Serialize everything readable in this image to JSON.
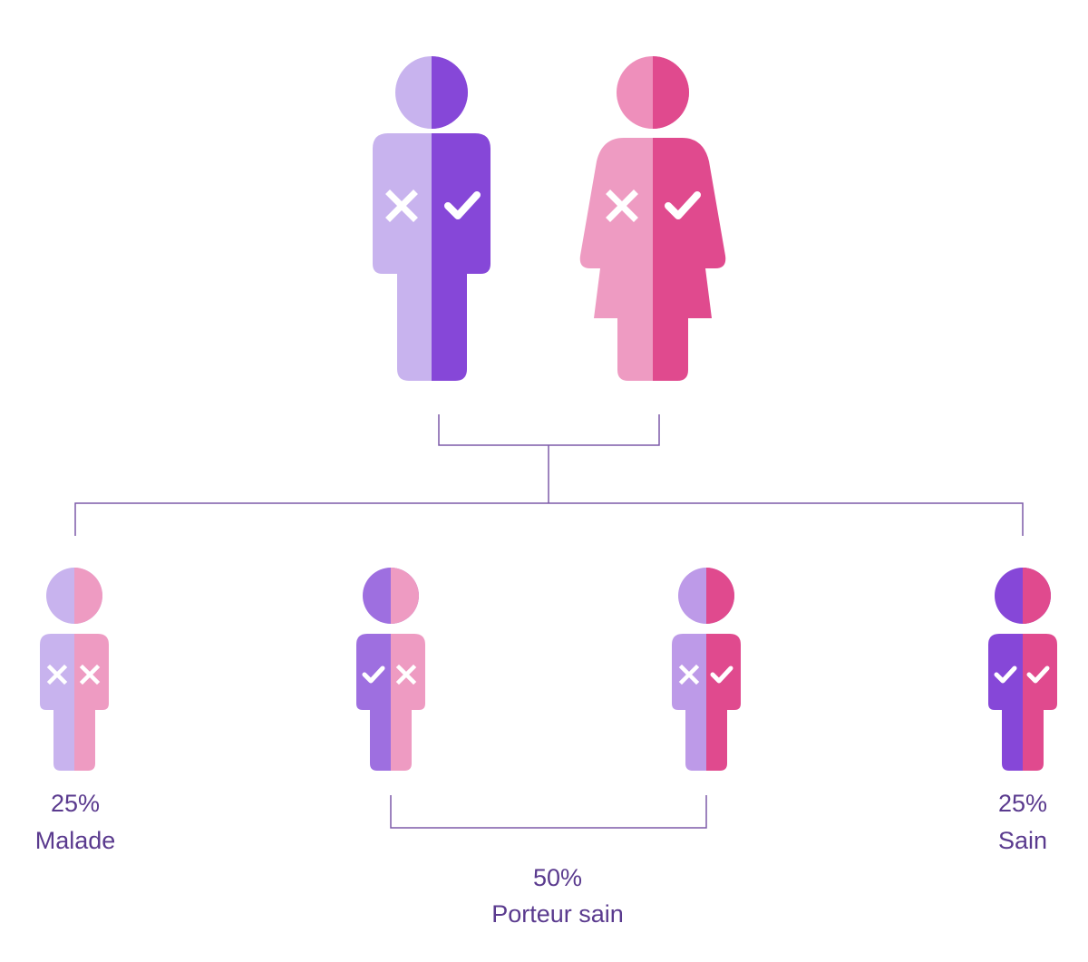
{
  "colors": {
    "affected_light_purple": "#c8b3ee",
    "healthy_purple": "#8647d8",
    "affected_light_pink": "#ee9bc2",
    "healthy_pink": "#e04a8e",
    "lines": "#7d5aa8",
    "text": "#5a3a8e"
  },
  "parents": [
    {
      "role": "father",
      "left_allele": "cross",
      "right_allele": "check"
    },
    {
      "role": "mother",
      "left_allele": "cross",
      "right_allele": "check"
    }
  ],
  "children": [
    {
      "left_allele": "cross",
      "right_allele": "cross",
      "percent": "25%",
      "status": "Malade"
    },
    {
      "left_allele": "check",
      "right_allele": "cross"
    },
    {
      "left_allele": "cross",
      "right_allele": "check"
    },
    {
      "left_allele": "check",
      "right_allele": "check",
      "percent": "25%",
      "status": "Sain"
    }
  ],
  "carrier_group": {
    "percent": "50%",
    "status": "Porteur sain"
  }
}
